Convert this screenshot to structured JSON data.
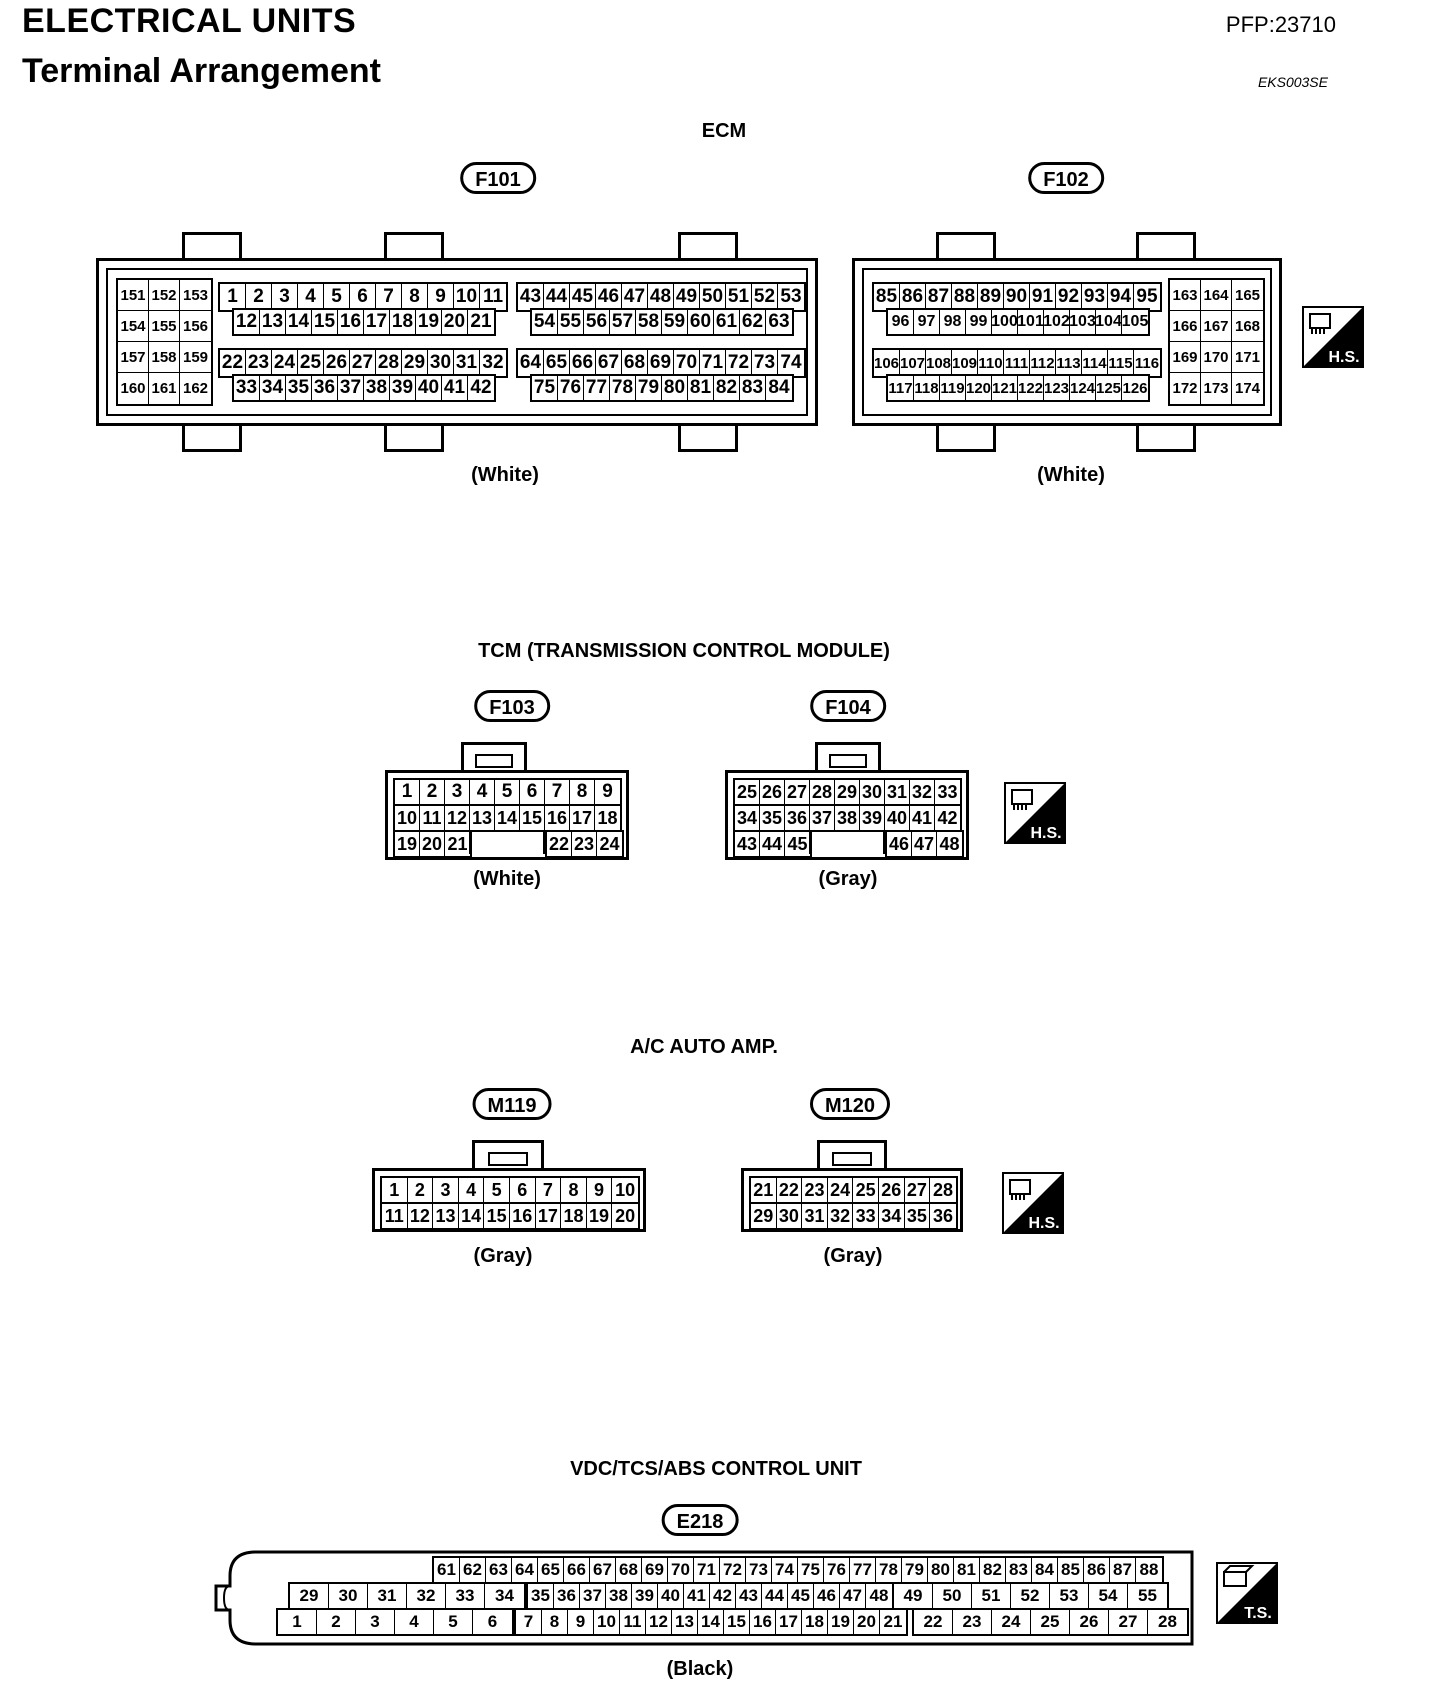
{
  "header": {
    "title": "ELECTRICAL UNITS",
    "subtitle": "Terminal Arrangement",
    "pfp": "PFP:23710",
    "ref_code": "EKS003SE"
  },
  "ecm": {
    "title": "ECM",
    "f101": {
      "label": "F101",
      "color": "(White)",
      "grid": [
        [
          "151",
          "152",
          "153"
        ],
        [
          "154",
          "155",
          "156"
        ],
        [
          "157",
          "158",
          "159"
        ],
        [
          "160",
          "161",
          "162"
        ]
      ],
      "row1a": [
        "1",
        "2",
        "3",
        "4",
        "5",
        "6",
        "7",
        "8",
        "9",
        "10",
        "11"
      ],
      "row2a": [
        "12",
        "13",
        "14",
        "15",
        "16",
        "17",
        "18",
        "19",
        "20",
        "21"
      ],
      "row3a": [
        "22",
        "23",
        "24",
        "25",
        "26",
        "27",
        "28",
        "29",
        "30",
        "31",
        "32"
      ],
      "row4a": [
        "33",
        "34",
        "35",
        "36",
        "37",
        "38",
        "39",
        "40",
        "41",
        "42"
      ],
      "row1b": [
        "43",
        "44",
        "45",
        "46",
        "47",
        "48",
        "49",
        "50",
        "51",
        "52",
        "53"
      ],
      "row2b": [
        "54",
        "55",
        "56",
        "57",
        "58",
        "59",
        "60",
        "61",
        "62",
        "63"
      ],
      "row3b": [
        "64",
        "65",
        "66",
        "67",
        "68",
        "69",
        "70",
        "71",
        "72",
        "73",
        "74"
      ],
      "row4b": [
        "75",
        "76",
        "77",
        "78",
        "79",
        "80",
        "81",
        "82",
        "83",
        "84"
      ]
    },
    "f102": {
      "label": "F102",
      "color": "(White)",
      "row1": [
        "85",
        "86",
        "87",
        "88",
        "89",
        "90",
        "91",
        "92",
        "93",
        "94",
        "95"
      ],
      "row2": [
        "96",
        "97",
        "98",
        "99",
        "100",
        "101",
        "102",
        "103",
        "104",
        "105"
      ],
      "row3": [
        "106",
        "107",
        "108",
        "109",
        "110",
        "111",
        "112",
        "113",
        "114",
        "115",
        "116"
      ],
      "row4": [
        "117",
        "118",
        "119",
        "120",
        "121",
        "122",
        "123",
        "124",
        "125",
        "126"
      ],
      "grid": [
        [
          "163",
          "164",
          "165"
        ],
        [
          "166",
          "167",
          "168"
        ],
        [
          "169",
          "170",
          "171"
        ],
        [
          "172",
          "173",
          "174"
        ]
      ]
    },
    "icon": "H.S."
  },
  "tcm": {
    "title": "TCM (TRANSMISSION CONTROL MODULE)",
    "f103": {
      "label": "F103",
      "color": "(White)",
      "row1": [
        "1",
        "2",
        "3",
        "4",
        "5",
        "6",
        "7",
        "8",
        "9"
      ],
      "row2": [
        "10",
        "11",
        "12",
        "13",
        "14",
        "15",
        "16",
        "17",
        "18"
      ],
      "row3a": [
        "19",
        "20",
        "21"
      ],
      "row3b": [
        "22",
        "23",
        "24"
      ]
    },
    "f104": {
      "label": "F104",
      "color": "(Gray)",
      "row1": [
        "25",
        "26",
        "27",
        "28",
        "29",
        "30",
        "31",
        "32",
        "33"
      ],
      "row2": [
        "34",
        "35",
        "36",
        "37",
        "38",
        "39",
        "40",
        "41",
        "42"
      ],
      "row3a": [
        "43",
        "44",
        "45"
      ],
      "row3b": [
        "46",
        "47",
        "48"
      ]
    },
    "icon": "H.S."
  },
  "ac": {
    "title": "A/C AUTO AMP.",
    "m119": {
      "label": "M119",
      "color": "(Gray)",
      "row1": [
        "1",
        "2",
        "3",
        "4",
        "5",
        "6",
        "7",
        "8",
        "9",
        "10"
      ],
      "row2": [
        "11",
        "12",
        "13",
        "14",
        "15",
        "16",
        "17",
        "18",
        "19",
        "20"
      ]
    },
    "m120": {
      "label": "M120",
      "color": "(Gray)",
      "row1": [
        "21",
        "22",
        "23",
        "24",
        "25",
        "26",
        "27",
        "28"
      ],
      "row2": [
        "29",
        "30",
        "31",
        "32",
        "33",
        "34",
        "35",
        "36"
      ]
    },
    "icon": "H.S."
  },
  "vdc": {
    "title": "VDC/TCS/ABS CONTROL UNIT",
    "e218": {
      "label": "E218",
      "color": "(Black)",
      "row1": [
        "61",
        "62",
        "63",
        "64",
        "65",
        "66",
        "67",
        "68",
        "69",
        "70",
        "71",
        "72",
        "73",
        "74",
        "75",
        "76",
        "77",
        "78",
        "79",
        "80",
        "81",
        "82",
        "83",
        "84",
        "85",
        "86",
        "87",
        "88"
      ],
      "row2a": [
        "29",
        "30",
        "31",
        "32",
        "33",
        "34"
      ],
      "row2b": [
        "35",
        "36",
        "37",
        "38",
        "39",
        "40",
        "41",
        "42",
        "43",
        "44",
        "45",
        "46",
        "47",
        "48"
      ],
      "row2c": [
        "49",
        "50",
        "51",
        "52",
        "53",
        "54",
        "55"
      ],
      "row3a": [
        "1",
        "2",
        "3",
        "4",
        "5",
        "6"
      ],
      "row3b": [
        "7",
        "8",
        "9",
        "10",
        "11",
        "12",
        "13",
        "14",
        "15",
        "16",
        "17",
        "18",
        "19",
        "20",
        "21"
      ],
      "row3c": [
        "22",
        "23",
        "24",
        "25",
        "26",
        "27",
        "28"
      ]
    },
    "icon": "T.S."
  }
}
